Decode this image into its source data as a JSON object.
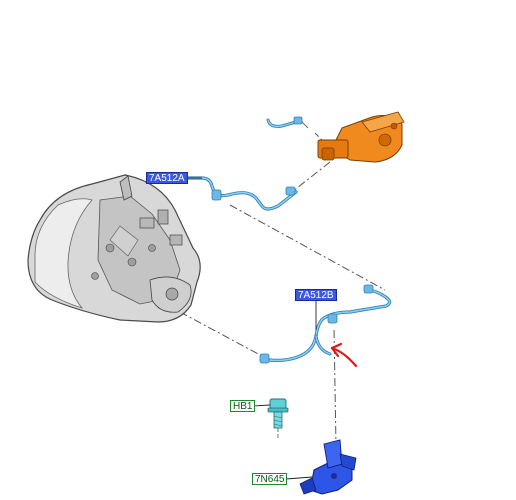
{
  "callouts": {
    "part_7a512a": "7A512A",
    "part_7a512b": "7A512B",
    "part_hb1": "HB1",
    "part_7n645": "7N645"
  },
  "colors": {
    "pipe": "#5aaee0",
    "pipe_dark": "#2f7fb8",
    "actuator": "#f08a1e",
    "bracket": "#2d55e6",
    "bolt": "#5fd0d8",
    "arrow": "#e01818",
    "label_blue": "#3b57e6",
    "label_green_border": "#1c8a2a"
  }
}
